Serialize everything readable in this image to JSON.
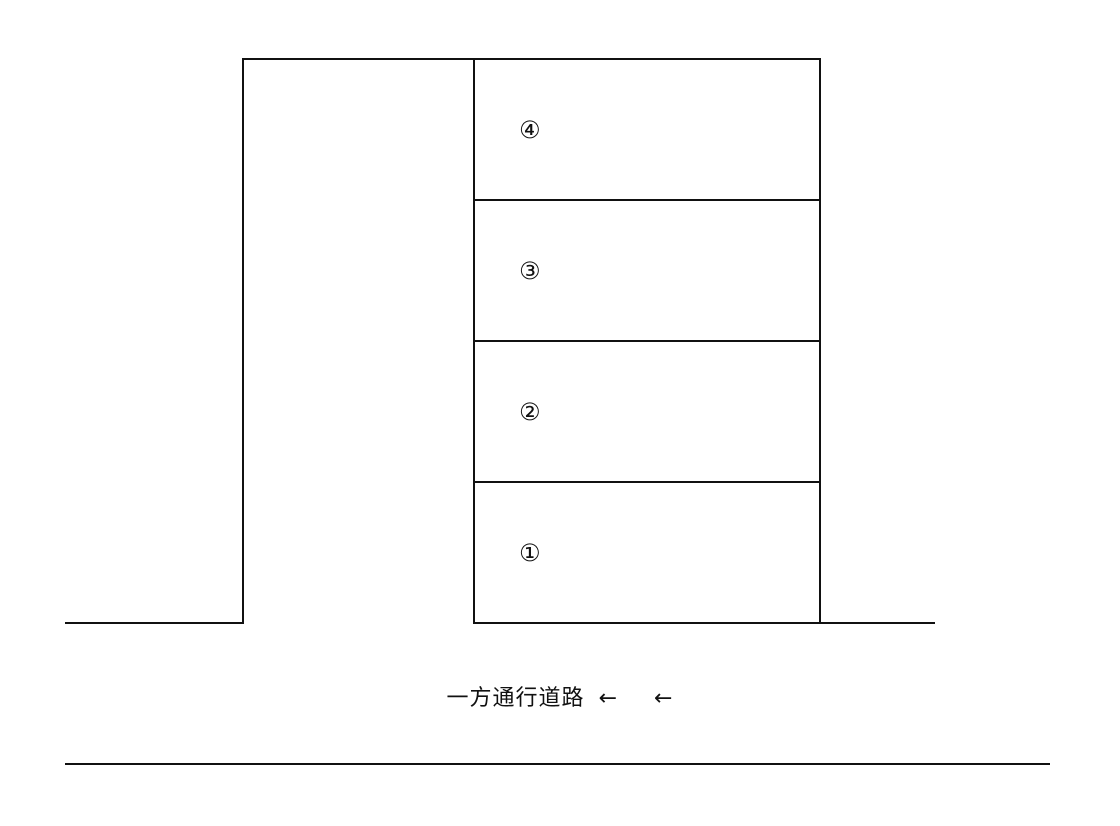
{
  "diagram": {
    "road_label": "一方通行道路",
    "direction_arrows": [
      "←",
      "←"
    ],
    "spaces": [
      {
        "label": "④"
      },
      {
        "label": "③"
      },
      {
        "label": "②"
      },
      {
        "label": "①"
      }
    ]
  }
}
